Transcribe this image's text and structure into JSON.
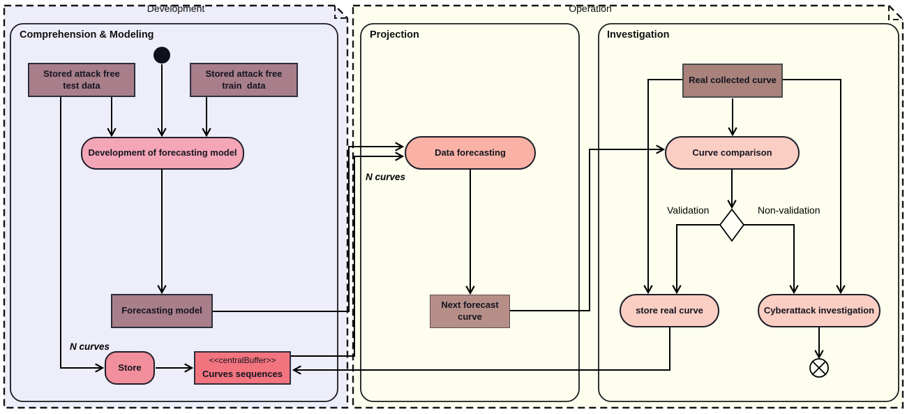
{
  "frames": {
    "development": {
      "title": "Development"
    },
    "operation": {
      "title": "Operation"
    },
    "comprehension": {
      "title": "Comprehension & Modeling"
    },
    "projection": {
      "title": "Projection"
    },
    "investigation": {
      "title": "Investigation"
    }
  },
  "nodes": {
    "stored_test": {
      "label": "Stored attack free\ntest data"
    },
    "stored_train": {
      "label": "Stored attack free\ntrain  data"
    },
    "dev_forecasting_model": {
      "label": "Development of forecasting model"
    },
    "forecasting_model": {
      "label": "Forecasting model"
    },
    "store": {
      "label": "Store"
    },
    "curves_sequences": {
      "stereotype": "<<centralBuffer>>",
      "label": "Curves sequences"
    },
    "data_forecasting": {
      "label": "Data forecasting"
    },
    "next_forecast_curve": {
      "label": "Next forecast\ncurve"
    },
    "real_collected_curve": {
      "label": "Real collected curve"
    },
    "curve_comparison": {
      "label": "Curve comparison"
    },
    "store_real_curve": {
      "label": "store real curve"
    },
    "cyberattack_investigation": {
      "label": "Cyberattack investigation"
    }
  },
  "edge_labels": {
    "n_curves_store": "N curves",
    "n_curves_forecast": "N curves",
    "validation": "Validation",
    "non_validation": "Non-validation"
  },
  "colors": {
    "development_bg": "#EDEEFA",
    "operation_bg": "#FEFEEF",
    "datastore_mauve": "#A87E8B",
    "real_curve_mauve": "#A9827C",
    "next_curve_mauve": "#B68E88",
    "activity_pink": "#F4A6B6",
    "activity_salmon": "#F9B2A5",
    "activity_light_pink": "#FBCEC4",
    "store_pink": "#F28F9C",
    "central_buffer_red": "#F2747F",
    "edge_stroke": "#000000"
  }
}
